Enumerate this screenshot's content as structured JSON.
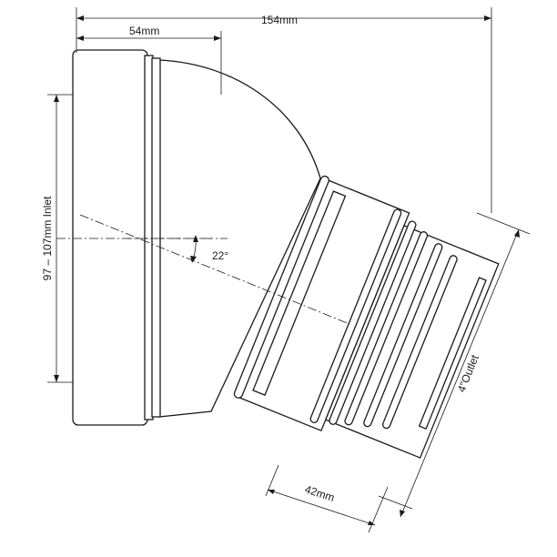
{
  "dimensions": {
    "overall_length": "154mm",
    "inlet_length": "54mm",
    "inlet_diameter": "97 – 107mm Inlet",
    "angle": "22°",
    "outlet_length": "42mm",
    "outlet_diameter": "4\"Outlet"
  },
  "colors": {
    "line": "#1a1a1a",
    "background": "#ffffff"
  }
}
